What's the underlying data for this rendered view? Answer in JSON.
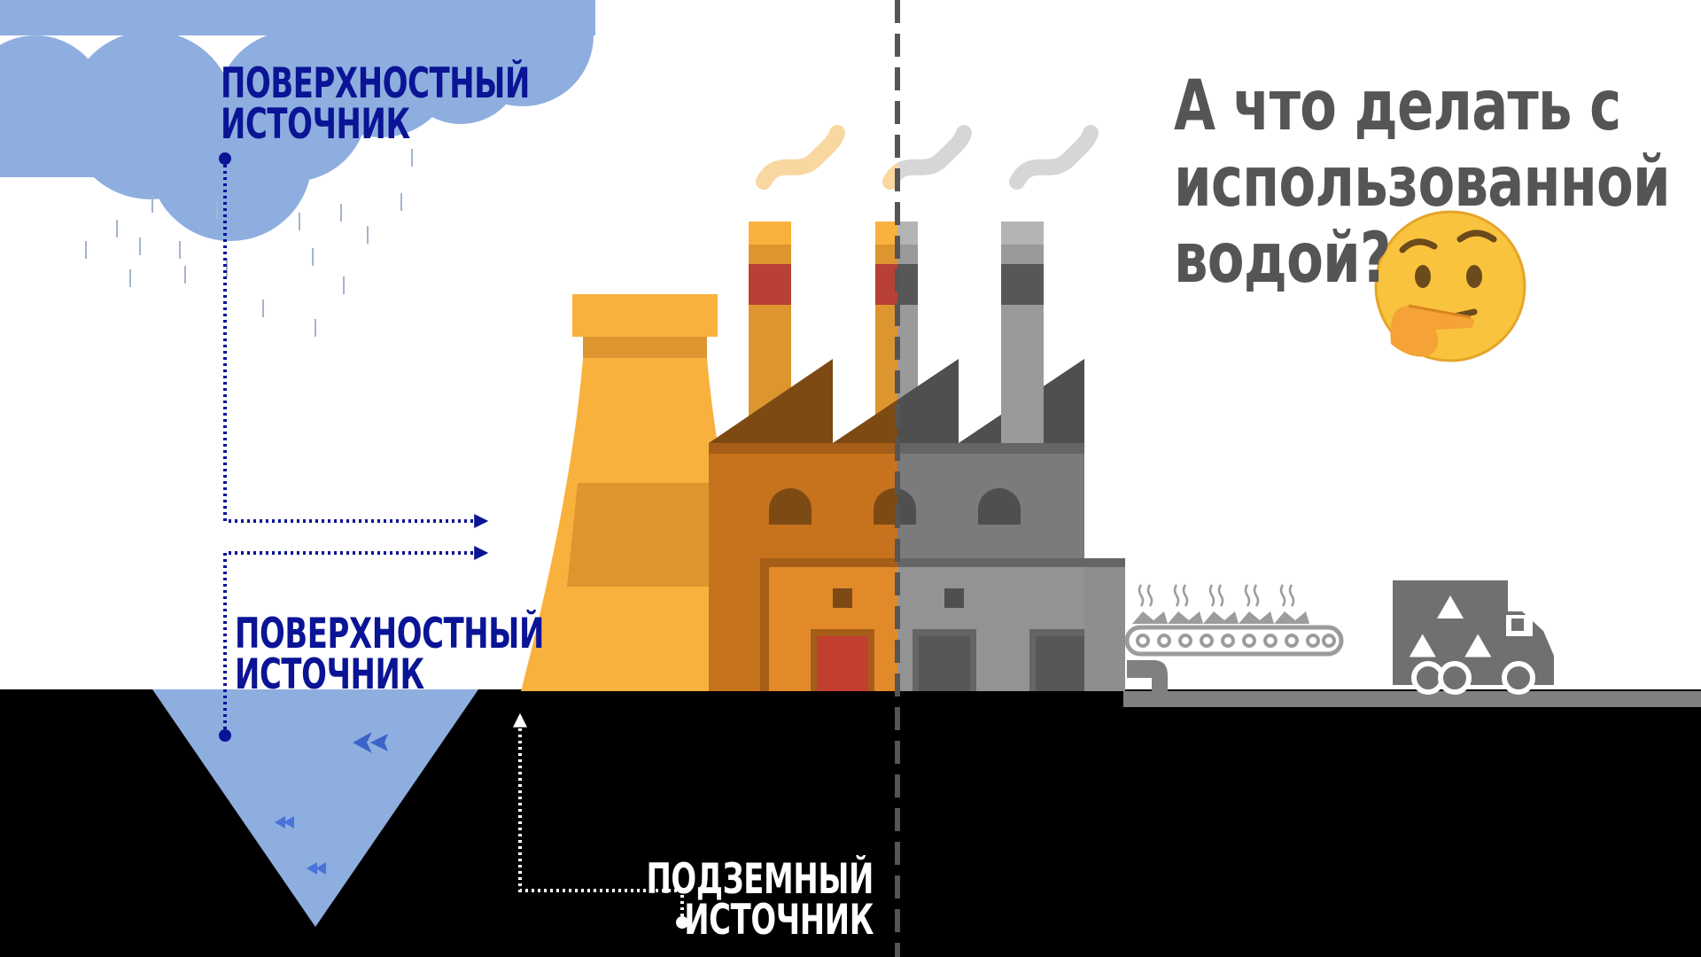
{
  "labels": {
    "surface_top": [
      "Поверхностный",
      "источник"
    ],
    "surface_river": [
      "Поверхностный",
      "источник"
    ],
    "underground": [
      "Подземный",
      "источник"
    ]
  },
  "headline": [
    "А что делать с",
    "использованной",
    "водой?"
  ],
  "icons": {
    "emoji": "thinking-face-icon",
    "truck": "recycling-truck-icon",
    "conveyor": "conveyor-belt-icon"
  },
  "colors": {
    "cloud": "#8eaedf",
    "label_blue": "#0a1495",
    "ground": "#000000",
    "factory_color": "#f9b13d",
    "factory_grey": "#8e8e8e",
    "headline": "#555555"
  }
}
